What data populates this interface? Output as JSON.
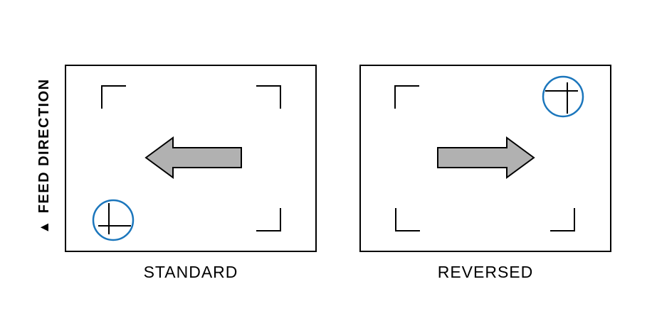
{
  "feed_direction": {
    "icon": "▲",
    "label": "FEED DIRECTION"
  },
  "panels": [
    {
      "caption": "STANDARD",
      "arrow_direction": "left",
      "highlighted_corner": "bottom-left"
    },
    {
      "caption": "REVERSED",
      "arrow_direction": "right",
      "highlighted_corner": "top-right"
    }
  ],
  "colors": {
    "background": "#ffffff",
    "outline": "#000000",
    "text": "#000000",
    "arrow_fill": "#b1b1b1",
    "highlight_circle": "#1b76bc"
  }
}
